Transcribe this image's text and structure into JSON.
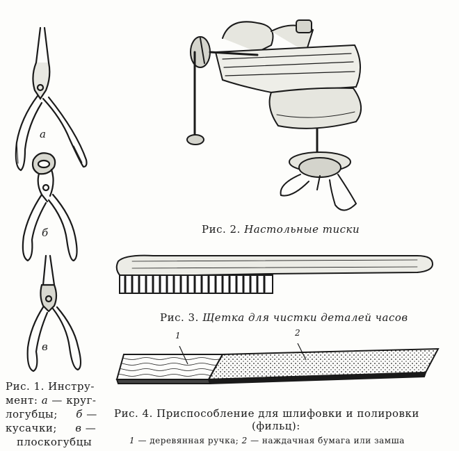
{
  "fig1": {
    "labels": {
      "a": "а",
      "b": "б",
      "v": "в"
    },
    "caption": {
      "line1": "Рис. 1. Инстру-",
      "line2a": "мент:",
      "line2b": "а",
      "line2c": "— круг-",
      "line3a": "логубцы;",
      "line3b": "б",
      "line3c": "—",
      "line4a": "кусачки;",
      "line4b": "в",
      "line4c": "—",
      "line5": "плоскогубцы"
    }
  },
  "fig2": {
    "caption_prefix": "Рис. 2.",
    "caption_text": "Настольные тиски"
  },
  "fig3": {
    "caption_prefix": "Рис. 3.",
    "caption_text": "Щетка для чистки деталей часов"
  },
  "fig4": {
    "label1": "1",
    "label2": "2",
    "caption_line1": "Рис. 4. Приспособление для шлифовки и полировки",
    "caption_line2": "(фильц):",
    "legend_num1": "1",
    "legend_text1": "— деревянная ручка;",
    "legend_num2": "2",
    "legend_text2": "— наждачная бумага или замша"
  }
}
